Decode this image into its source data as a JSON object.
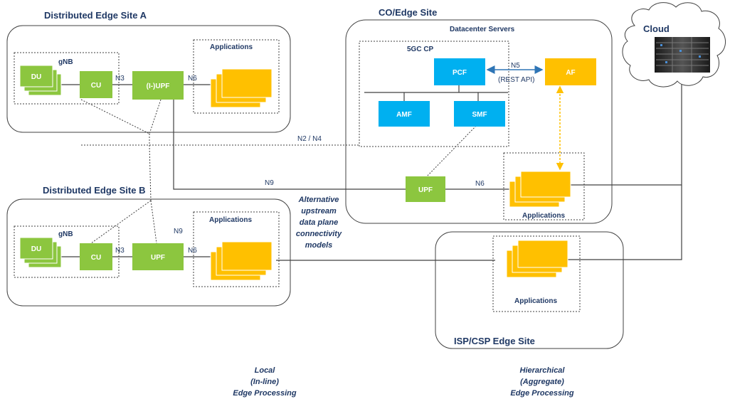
{
  "sites": {
    "edge_a": "Distributed Edge Site A",
    "edge_b": "Distributed Edge Site B",
    "co_edge": "CO/Edge Site",
    "isp_csp": "ISP/CSP Edge Site",
    "cloud": "Cloud"
  },
  "labels": {
    "gnb": "gNB",
    "du": "DU",
    "cu": "CU",
    "iupf": "(I-)UPF",
    "upf": "UPF",
    "applications": "Applications",
    "datacenter": "Datacenter Servers",
    "fivegc_cp": "5GC CP",
    "pcf": "PCF",
    "af": "AF",
    "amf": "AMF",
    "smf": "SMF",
    "n3": "N3",
    "n6": "N6",
    "n5": "N5",
    "rest_api": "(REST API)",
    "n2n4": "N2 / N4",
    "n9": "N9"
  },
  "annotations": {
    "alt_lines": [
      "Alternative",
      "upstream",
      "data plane",
      "connectivity",
      "models"
    ],
    "local_lines": [
      "Local",
      "(In-line)",
      "Edge Processing"
    ],
    "hier_lines": [
      "Hierarchical",
      "(Aggregate)",
      "Edge Processing"
    ]
  },
  "colors": {
    "green": "#8cc63f",
    "blue": "#00b0f0",
    "orange": "#ffc000",
    "navy": "#1f3864"
  }
}
